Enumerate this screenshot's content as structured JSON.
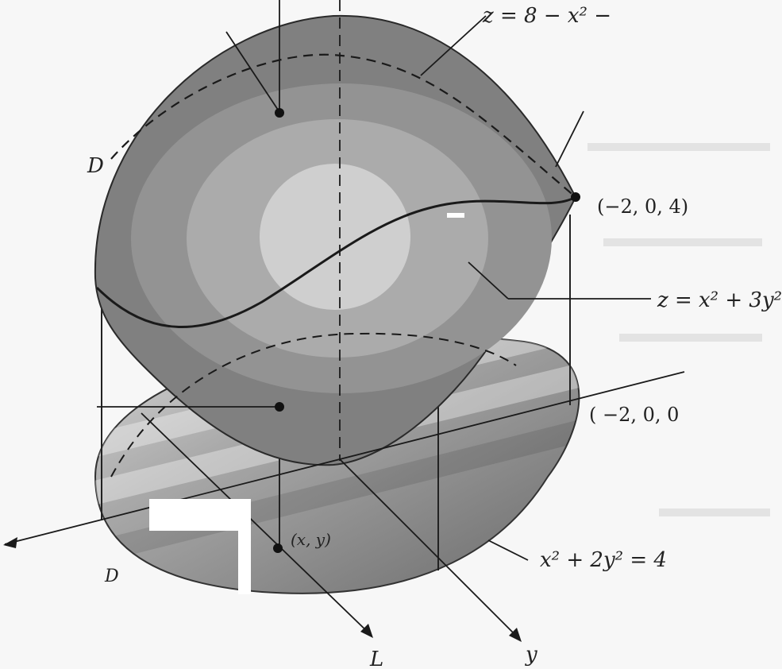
{
  "labels": {
    "upper_surface": "z = 8 − x² −",
    "lower_surface": "z = x² + 3y²",
    "region_D_top": "D",
    "point_top": "(−2, 0, 4)",
    "point_right": "( −2, 0, 0",
    "ellipse": "x² + 2y² = 4",
    "point_xy": "(x, y)",
    "axis_L": "L",
    "axis_y": "y",
    "region_D_bottom": "D"
  },
  "colors": {
    "paper": "#f7f7f7",
    "surface_outer": "#7d7d7d",
    "surface_mid": "#9c9c9c",
    "surface_inner": "#bdbdbd",
    "surface_core": "#d6d6d6",
    "ellipse_dark": "#6e6e6e",
    "ellipse_light": "#c9c9c9",
    "ink": "#1a1a1a"
  }
}
